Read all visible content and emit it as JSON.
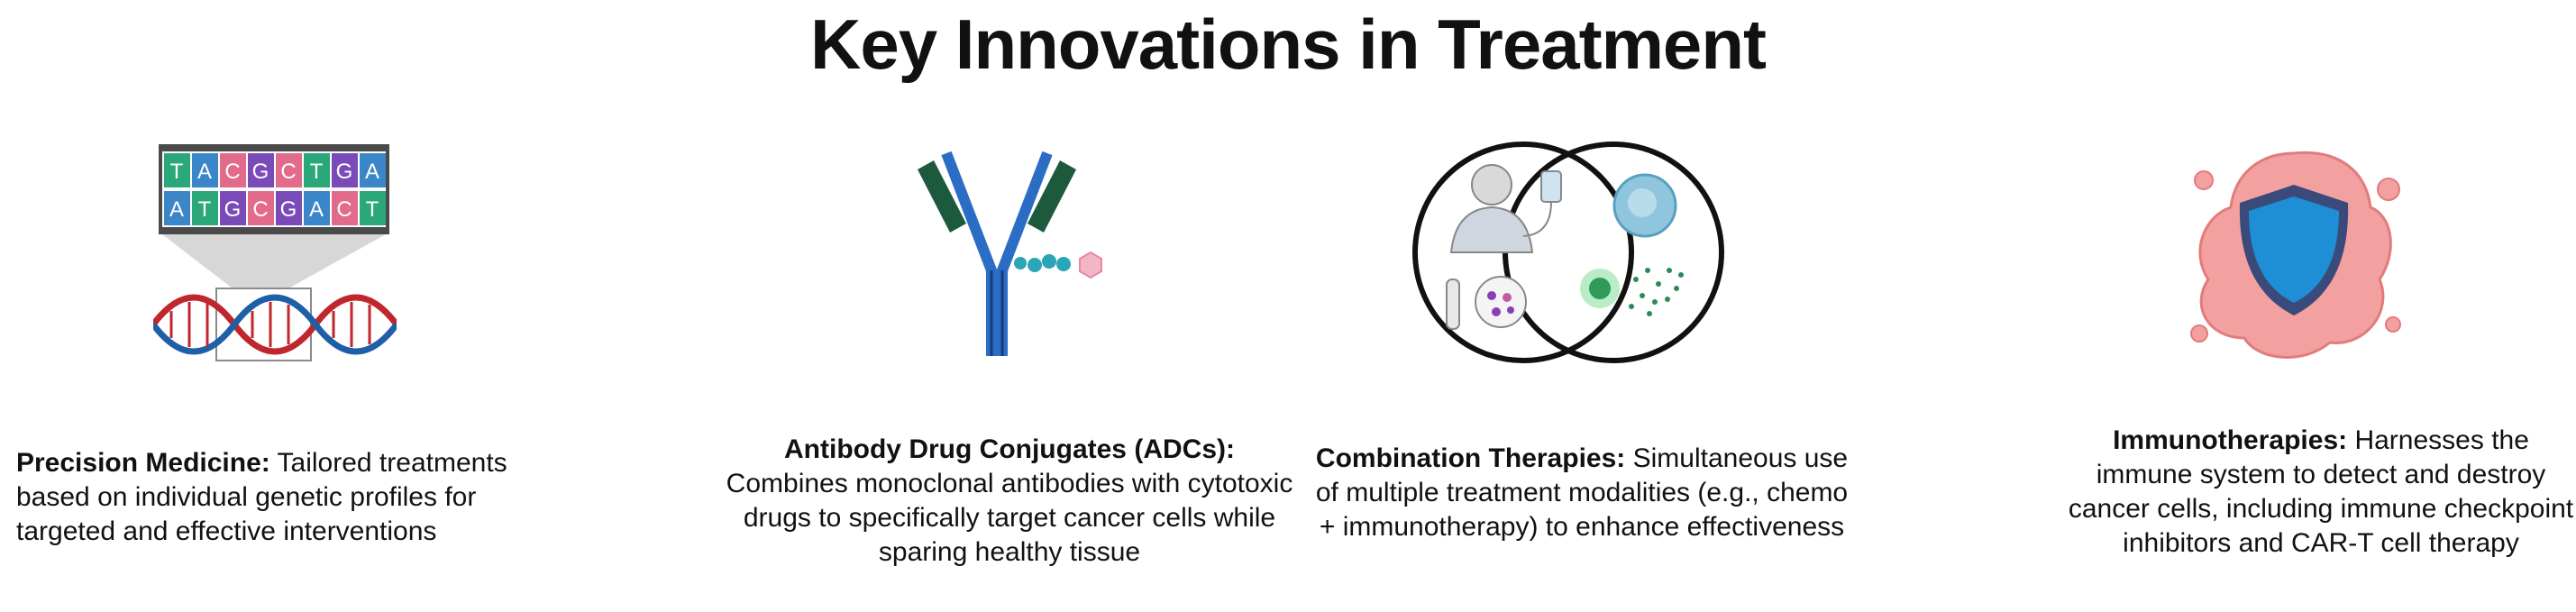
{
  "title": "Key Innovations in Treatment",
  "panels": [
    {
      "heading": "Precision Medicine:",
      "text": " Tailored treatments based on individual genetic profiles for targeted and effective interventions",
      "icon": "dna-sequence-icon",
      "dna_top": [
        "T",
        "A",
        "C",
        "G",
        "C",
        "T",
        "G",
        "A"
      ],
      "dna_bottom": [
        "A",
        "T",
        "G",
        "C",
        "G",
        "A",
        "C",
        "T"
      ]
    },
    {
      "heading": "Antibody Drug Conjugates (ADCs):",
      "text": " Combines monoclonal antibodies with cytotoxic drugs to specifically target cancer cells while sparing healthy tissue",
      "icon": "antibody-drug-conjugate-icon"
    },
    {
      "heading": "Combination Therapies:",
      "text": "  Simultaneous use of multiple treatment modalities (e.g., chemo + immunotherapy) to enhance effectiveness",
      "icon": "venn-combination-icon"
    },
    {
      "heading": "Immunotherapies:",
      "text": " Harnesses the immune system to detect and destroy cancer cells, including immune checkpoint inhibitors and CAR-T cell therapy",
      "icon": "shield-cell-icon"
    }
  ],
  "colors": {
    "dna_red": "#c0262d",
    "dna_blue": "#1f5fa8",
    "antibody_blue": "#2b6cc4",
    "antibody_green": "#1d5a3d",
    "drug_teal": "#2aa6b8",
    "payload_pink": "#f3b6c4",
    "shield_blue": "#1e8fd6",
    "cancer_pink": "#f08b8b"
  }
}
